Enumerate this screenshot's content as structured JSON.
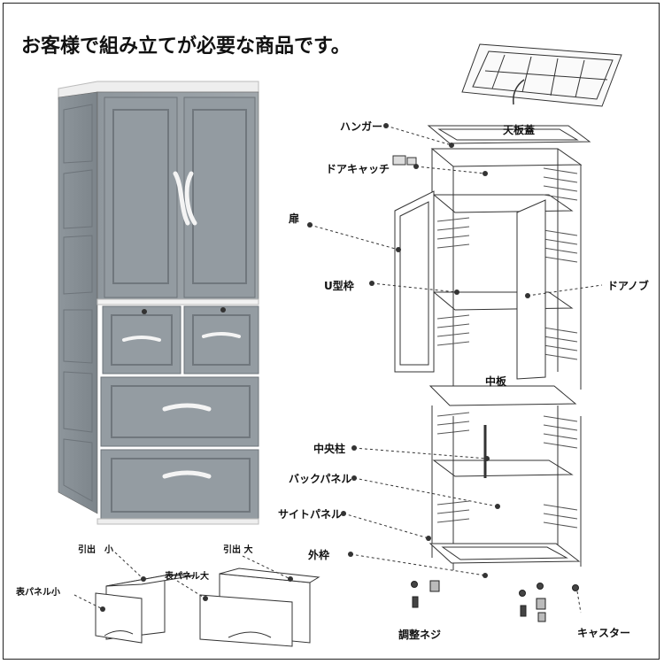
{
  "heading": "お客様で組み立てが必要な商品です。",
  "labels": {
    "hanger": "ハンガー",
    "top_cover": "天板蓋",
    "door_catch": "ドアキャッチ",
    "door": "扉",
    "u_frame": "U型枠",
    "door_knob": "ドアノブ",
    "middle_board": "中板",
    "center_pillar": "中央柱",
    "back_panel": "バックパネル",
    "side_panel": "サイトパネル",
    "outer_frame": "外枠",
    "adjust_screw": "調整ネジ",
    "caster": "キャスター",
    "drawer_small": "引出　小",
    "drawer_large": "引出 大",
    "front_panel_small": "表パネル小",
    "front_panel_large": "表パネル大"
  },
  "colors": {
    "cabinet_body": "#8b9399",
    "cabinet_panel": "#9aa1a7",
    "cabinet_dark": "#737b82",
    "trim": "#f2f2f2",
    "line": "#333333"
  }
}
